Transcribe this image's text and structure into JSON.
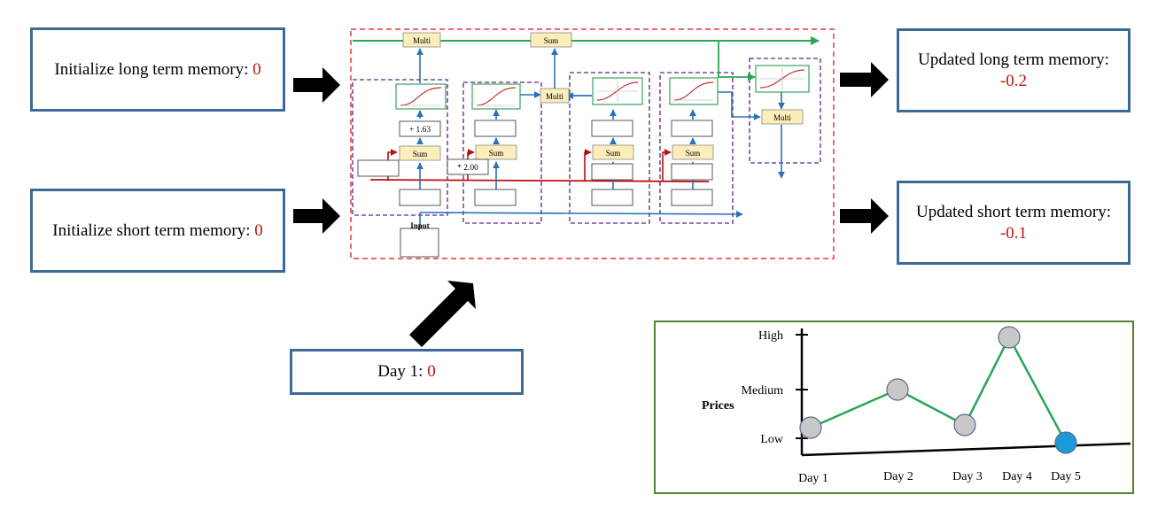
{
  "long_memory_box": {
    "label": "Initialize long term memory: ",
    "value": "0"
  },
  "short_memory_box": {
    "label": "Initialize short term memory: ",
    "value": "0"
  },
  "updated_long_box": {
    "label": "Updated long term memory:",
    "value": "-0.2"
  },
  "updated_short_box": {
    "label": "Updated short term memory:",
    "value": "-0.1"
  },
  "day_box": {
    "label": "Day 1: ",
    "value": "0"
  },
  "lstm": {
    "multi_label": "Multi",
    "sum_label": "Sum",
    "bias_label": "+ 1.63",
    "weight_label": "* 2.00",
    "input_label": "Input"
  },
  "colors": {
    "box_border": "#3c6a96",
    "value_red": "#c0120c",
    "dashed_red": "#ee6a6a",
    "dashed_purple": "#7a4a9c",
    "chart_border": "#55832e",
    "line_green": "#2aa655",
    "node_gray": "#c8c8c8",
    "node_blue": "#1a9ad8"
  },
  "chart_data": {
    "type": "line",
    "categories": [
      "Day 1",
      "Day 2",
      "Day 3",
      "Day 4",
      "Day 5"
    ],
    "y_tick_labels": [
      "Low",
      "Medium",
      "High"
    ],
    "ylabel": "Prices",
    "series": [
      {
        "values": [
          0.1,
          1.0,
          0.2,
          2.2,
          0.0
        ]
      }
    ],
    "ylim": [
      0,
      2.5
    ]
  }
}
